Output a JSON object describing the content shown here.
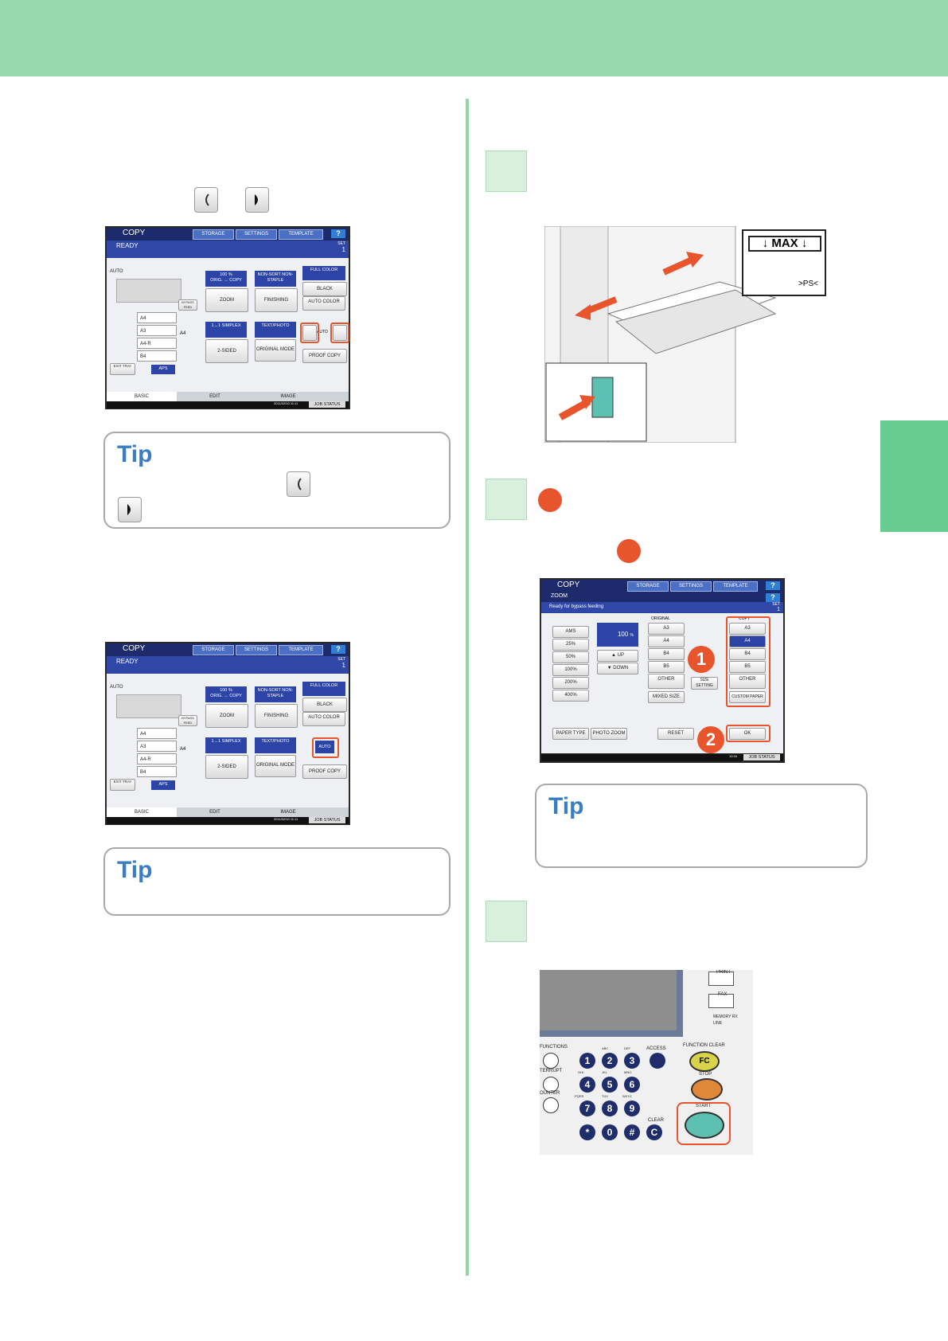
{
  "screen1": {
    "title": "COPY",
    "storage": "STORAGE",
    "settings": "SETTINGS",
    "template": "TEMPLATE",
    "help": "?",
    "status": "READY",
    "set_label": "SET",
    "set_count": "1",
    "auto": "AUTO",
    "trays": [
      "A4",
      "A3",
      "A4-R",
      "B4"
    ],
    "tray_size": "A4",
    "bypass": "BYPASS FEED",
    "exit_tray": "EXIT TRAY",
    "aps": "APS",
    "zoom_ratio": "100 %",
    "zoom_orig": "ORIG. → COPY",
    "zoom": "ZOOM",
    "finishing_mode": "NON-SORT NON-STAPLE",
    "finishing": "FINISHING",
    "sided_mode": "1→1 SIMPLEX",
    "sided": "2-SIDED",
    "orig_mode_value": "TEXT/PHOTO",
    "orig_mode": "ORIGINAL MODE",
    "full_color": "FULL COLOR",
    "black": "BLACK",
    "auto_color": "AUTO COLOR",
    "auto_density": "AUTO",
    "proof_copy": "PROOF COPY",
    "tab_basic": "BASIC",
    "tab_edit": "EDIT",
    "tab_image": "IMAGE",
    "datetime": "2011/02/10 11:11",
    "job_status": "JOB STATUS"
  },
  "tip_label": "Tip",
  "zoom_screen": {
    "title": "COPY",
    "subtitle": "ZOOM",
    "storage": "STORAGE",
    "settings": "SETTINGS",
    "template": "TEMPLATE",
    "help": "?",
    "status": "Ready for bypass feeding",
    "set_label": "SET",
    "set_count": "1",
    "ratios": [
      "AMS",
      "25%",
      "50%",
      "100%",
      "200%",
      "400%"
    ],
    "ratio_value": "100",
    "percent": "%",
    "up": "UP",
    "down": "DOWN",
    "original_label": "ORIGINAL",
    "original": [
      "A3",
      "A4",
      "B4",
      "B5",
      "OTHER",
      "MIXED SIZE"
    ],
    "size_setting": "SIZE SETTING",
    "copy_label": "COPY",
    "copy": [
      "A3",
      "A4",
      "B4",
      "B5",
      "OTHER",
      "CUSTOM PAPER"
    ],
    "paper_type": "PAPER TYPE",
    "photo_zoom": "PHOTO ZOOM",
    "reset": "RESET",
    "ok": "OK",
    "datetime": "10:34",
    "job_status": "JOB STATUS"
  },
  "badges": [
    "1",
    "2"
  ],
  "bypass_label": {
    "max": "MAX",
    "ps": ">PS<"
  },
  "panel": {
    "print": "PRINT",
    "fax": "FAX",
    "memory_rx": "MEMORY RX",
    "line": "LINE",
    "functions": "FUNCTIONS",
    "access": "ACCESS",
    "function_clear": "FUNCTION CLEAR",
    "fc": "FC",
    "interrupt": "TERRUPT",
    "stop": "STOP",
    "counter": "OUNTER",
    "start": "START",
    "clear": "CLEAR",
    "keys": [
      "1",
      "2",
      "3",
      "4",
      "5",
      "6",
      "7",
      "8",
      "9",
      "*",
      "0",
      "#",
      "C"
    ],
    "key_letters": [
      "ABC",
      "DEF",
      "GHI",
      "JKL",
      "MNO",
      "PQRS",
      "TUV",
      "WXYZ"
    ]
  },
  "colors": {
    "header": "#97d9ab",
    "accent_red": "#e8542b",
    "tip_blue": "#3a7dc4",
    "screen_blue": "#2c44a6"
  }
}
